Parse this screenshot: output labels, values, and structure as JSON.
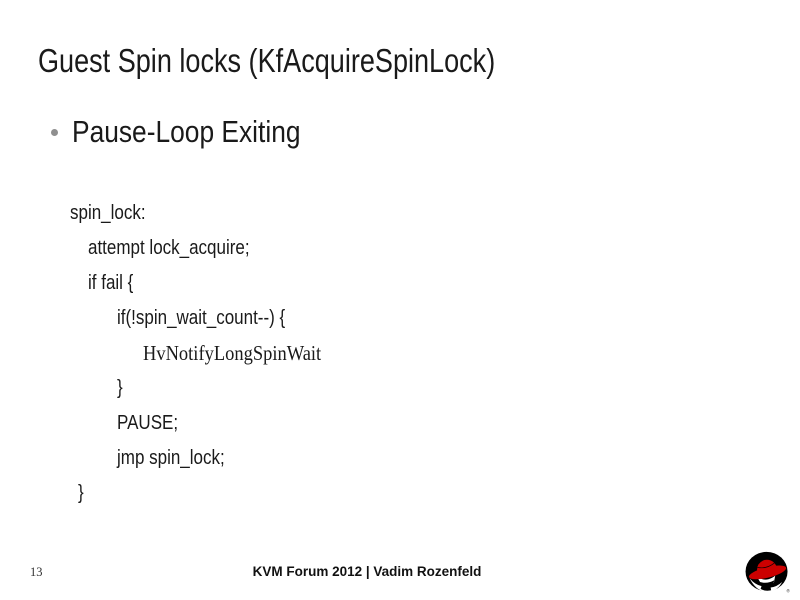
{
  "slide": {
    "title": "Guest Spin locks (KfAcquireSpinLock)",
    "bullets": [
      {
        "label": "Pause-Loop Exiting"
      }
    ],
    "code": {
      "lines": [
        "spin_lock:",
        "attempt lock_acquire;",
        "if fail {",
        "if(!spin_wait_count--) {",
        "HvNotifyLongSpinWait",
        "}",
        "PAUSE;",
        "jmp spin_lock;",
        "}"
      ]
    },
    "footer": {
      "page_number": "13",
      "credit": "KVM Forum 2012 | Vadim Rozenfeld"
    },
    "logo": {
      "name": "redhat-shadowman",
      "registered_mark": "®",
      "hat_color": "#cc0000",
      "circle_color": "#000000"
    },
    "colors": {
      "background": "#ffffff",
      "text": "#1a1a1a",
      "bullet_dot": "#8f8f8f"
    }
  }
}
